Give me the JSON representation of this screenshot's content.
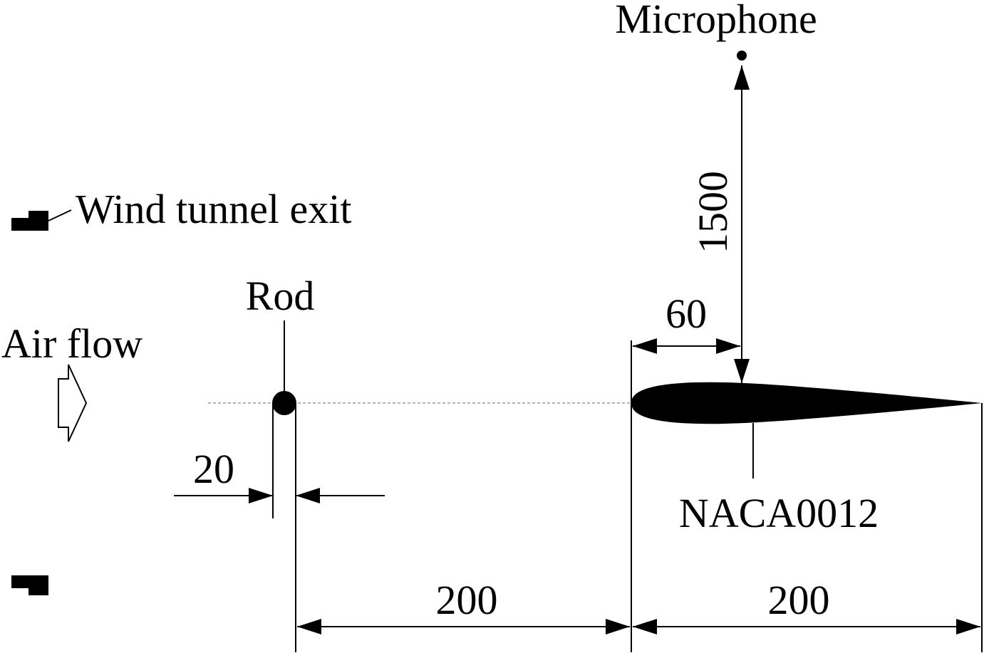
{
  "labels": {
    "microphone": "Microphone",
    "wind_tunnel_exit": "Wind tunnel exit",
    "rod": "Rod",
    "air_flow": "Air flow",
    "airfoil": "NACA0012"
  },
  "dimensions": {
    "mic_height": "1500",
    "mic_offset": "60",
    "rod_diameter": "20",
    "rod_to_airfoil": "200",
    "chord": "200"
  },
  "colors": {
    "ink": "#000000",
    "centerline": "#9a9a9a",
    "background": "#ffffff"
  }
}
